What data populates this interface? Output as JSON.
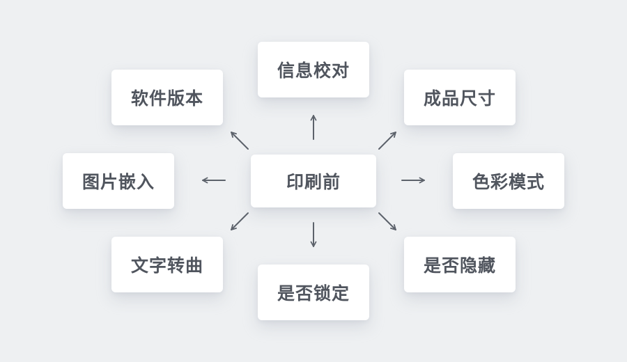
{
  "page": {
    "background_color": "#eef0f2"
  },
  "diagram": {
    "type": "radial-mindmap",
    "center": {
      "label": "印刷前"
    },
    "nodes": {
      "top": {
        "label": "信息校对",
        "position": "top"
      },
      "top_left": {
        "label": "软件版本",
        "position": "top-left"
      },
      "top_right": {
        "label": "成品尺寸",
        "position": "top-right"
      },
      "left": {
        "label": "图片嵌入",
        "position": "left"
      },
      "right": {
        "label": "色彩模式",
        "position": "right"
      },
      "bottom_left": {
        "label": "文字转曲",
        "position": "bottom-left"
      },
      "bottom": {
        "label": "是否锁定",
        "position": "bottom"
      },
      "bottom_right": {
        "label": "是否隐藏",
        "position": "bottom-right"
      }
    },
    "connections": [
      {
        "from": "center",
        "to": "top"
      },
      {
        "from": "center",
        "to": "top_right"
      },
      {
        "from": "center",
        "to": "right"
      },
      {
        "from": "center",
        "to": "bottom_right"
      },
      {
        "from": "center",
        "to": "bottom"
      },
      {
        "from": "center",
        "to": "bottom_left"
      },
      {
        "from": "center",
        "to": "left"
      },
      {
        "from": "center",
        "to": "top_left"
      }
    ]
  },
  "colors": {
    "canvas_background": "#eef0f2",
    "node_background": "#ffffff",
    "node_text": "#50555e",
    "arrow": "#5c626b"
  }
}
